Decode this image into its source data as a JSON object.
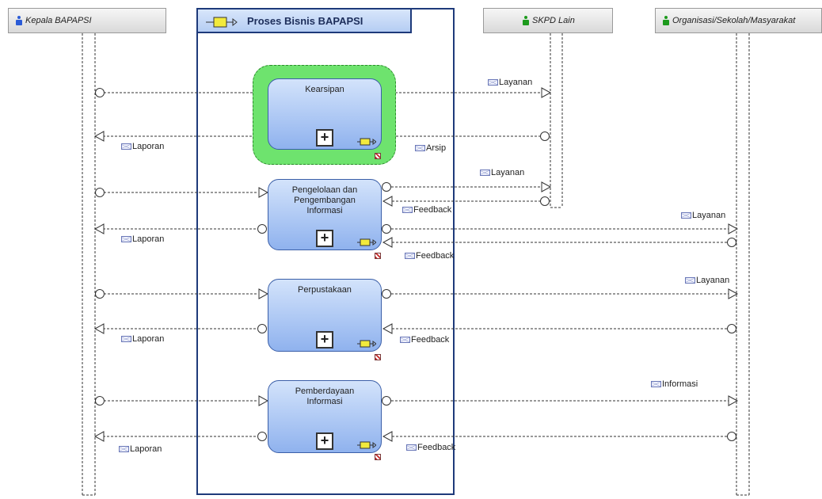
{
  "lanes": {
    "kepala": {
      "label": "Kepala BAPAPSI",
      "icon": "person-blue-icon",
      "color": "#2a5bd7"
    },
    "skpd": {
      "label": "SKPD Lain",
      "icon": "person-green-icon",
      "color": "#1d9a1d"
    },
    "organisasi": {
      "label": "Organisasi/Sekolah/Masyarakat",
      "icon": "person-green-icon",
      "color": "#1d9a1d"
    }
  },
  "pool": {
    "title": "Proses Bisnis BAPAPSI",
    "color": "#1e3a7a"
  },
  "processes": [
    {
      "label": "Kearsipan",
      "highlighted": true
    },
    {
      "label": "Pengelolaan dan Pengembangan Informasi"
    },
    {
      "label": "Perpustakaan"
    },
    {
      "label": "Pemberdayaan Informasi"
    }
  ],
  "messages": {
    "m1": "Laporan",
    "m2": "Layanan",
    "m3": "Arsip",
    "m4": "Layanan",
    "m5": "Feedback",
    "m6": "Laporan",
    "m7": "Layanan",
    "m8": "Feedback",
    "m9": "Laporan",
    "m10": "Layanan",
    "m11": "Feedback",
    "m12": "Informasi",
    "m13": "Laporan",
    "m14": "Feedback"
  },
  "colors": {
    "highlight": "#6ee36e",
    "process_fill": "#9fbdf0",
    "connector": "#333333"
  }
}
